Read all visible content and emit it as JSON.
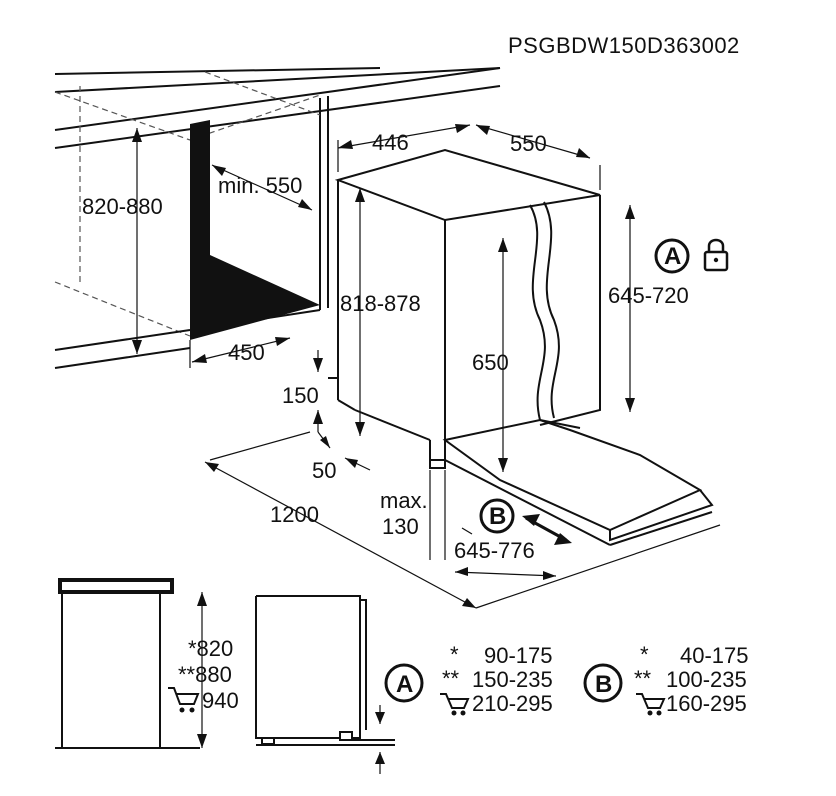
{
  "header": {
    "code": "PSGBDW150D363002"
  },
  "dims": {
    "niche_height": "820-880",
    "min_depth": "min. 550",
    "niche_width": "450",
    "width": "446",
    "depth": "550",
    "height": "818-878",
    "door_height": "645-720",
    "inner_height": "650",
    "plinth": "150",
    "foot": "50",
    "hose": "1200",
    "max_label": "max.",
    "max_value": "130",
    "door_travel": "645-776"
  },
  "markers": {
    "a": "A",
    "b": "B"
  },
  "side": {
    "h1": "*820",
    "h2": "**880",
    "h3": "940"
  },
  "table_a": {
    "rows": [
      {
        "mark": "*",
        "value": "90-175"
      },
      {
        "mark": "**",
        "value": "150-235"
      },
      {
        "mark": "",
        "value": "210-295"
      }
    ]
  },
  "table_b": {
    "rows": [
      {
        "mark": "*",
        "value": "40-175"
      },
      {
        "mark": "**",
        "value": "100-235"
      },
      {
        "mark": "",
        "value": "160-295"
      }
    ]
  },
  "icons": {
    "lock": "lock-icon",
    "cart": "shopping-cart-icon"
  }
}
